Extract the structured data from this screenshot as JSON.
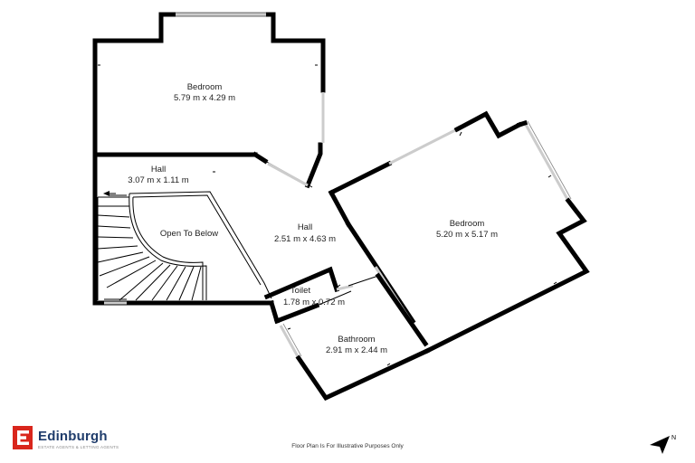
{
  "rooms": {
    "bedroom_top": {
      "name": "Bedroom",
      "size": "5.79 m x 4.29 m"
    },
    "hall_left": {
      "name": "Hall",
      "size": "3.07 m x 1.11 m"
    },
    "open_to_below": {
      "name": "Open To Below"
    },
    "hall_center": {
      "name": "Hall",
      "size": "2.51 m x 4.63 m"
    },
    "bedroom_right": {
      "name": "Bedroom",
      "size": "5.20 m x 5.17 m"
    },
    "toilet": {
      "name": "Toilet",
      "size": "1.78 m x 0.72 m"
    },
    "bathroom": {
      "name": "Bathroom",
      "size": "2.91 m x 2.44 m"
    }
  },
  "footer": {
    "brand_name": "Edinburgh",
    "brand_tagline": "ESTATE AGENTS & LETTING AGENTS",
    "disclaimer": "Floor Plan Is For Illustrative Purposes Only"
  },
  "colors": {
    "wall": "#000000",
    "brand_red": "#d9261c",
    "brand_navy": "#1f3c6b",
    "window": "#cccccc"
  },
  "icons": {
    "logo": "edinburgh-e-logo-icon",
    "compass": "north-arrow-icon"
  }
}
